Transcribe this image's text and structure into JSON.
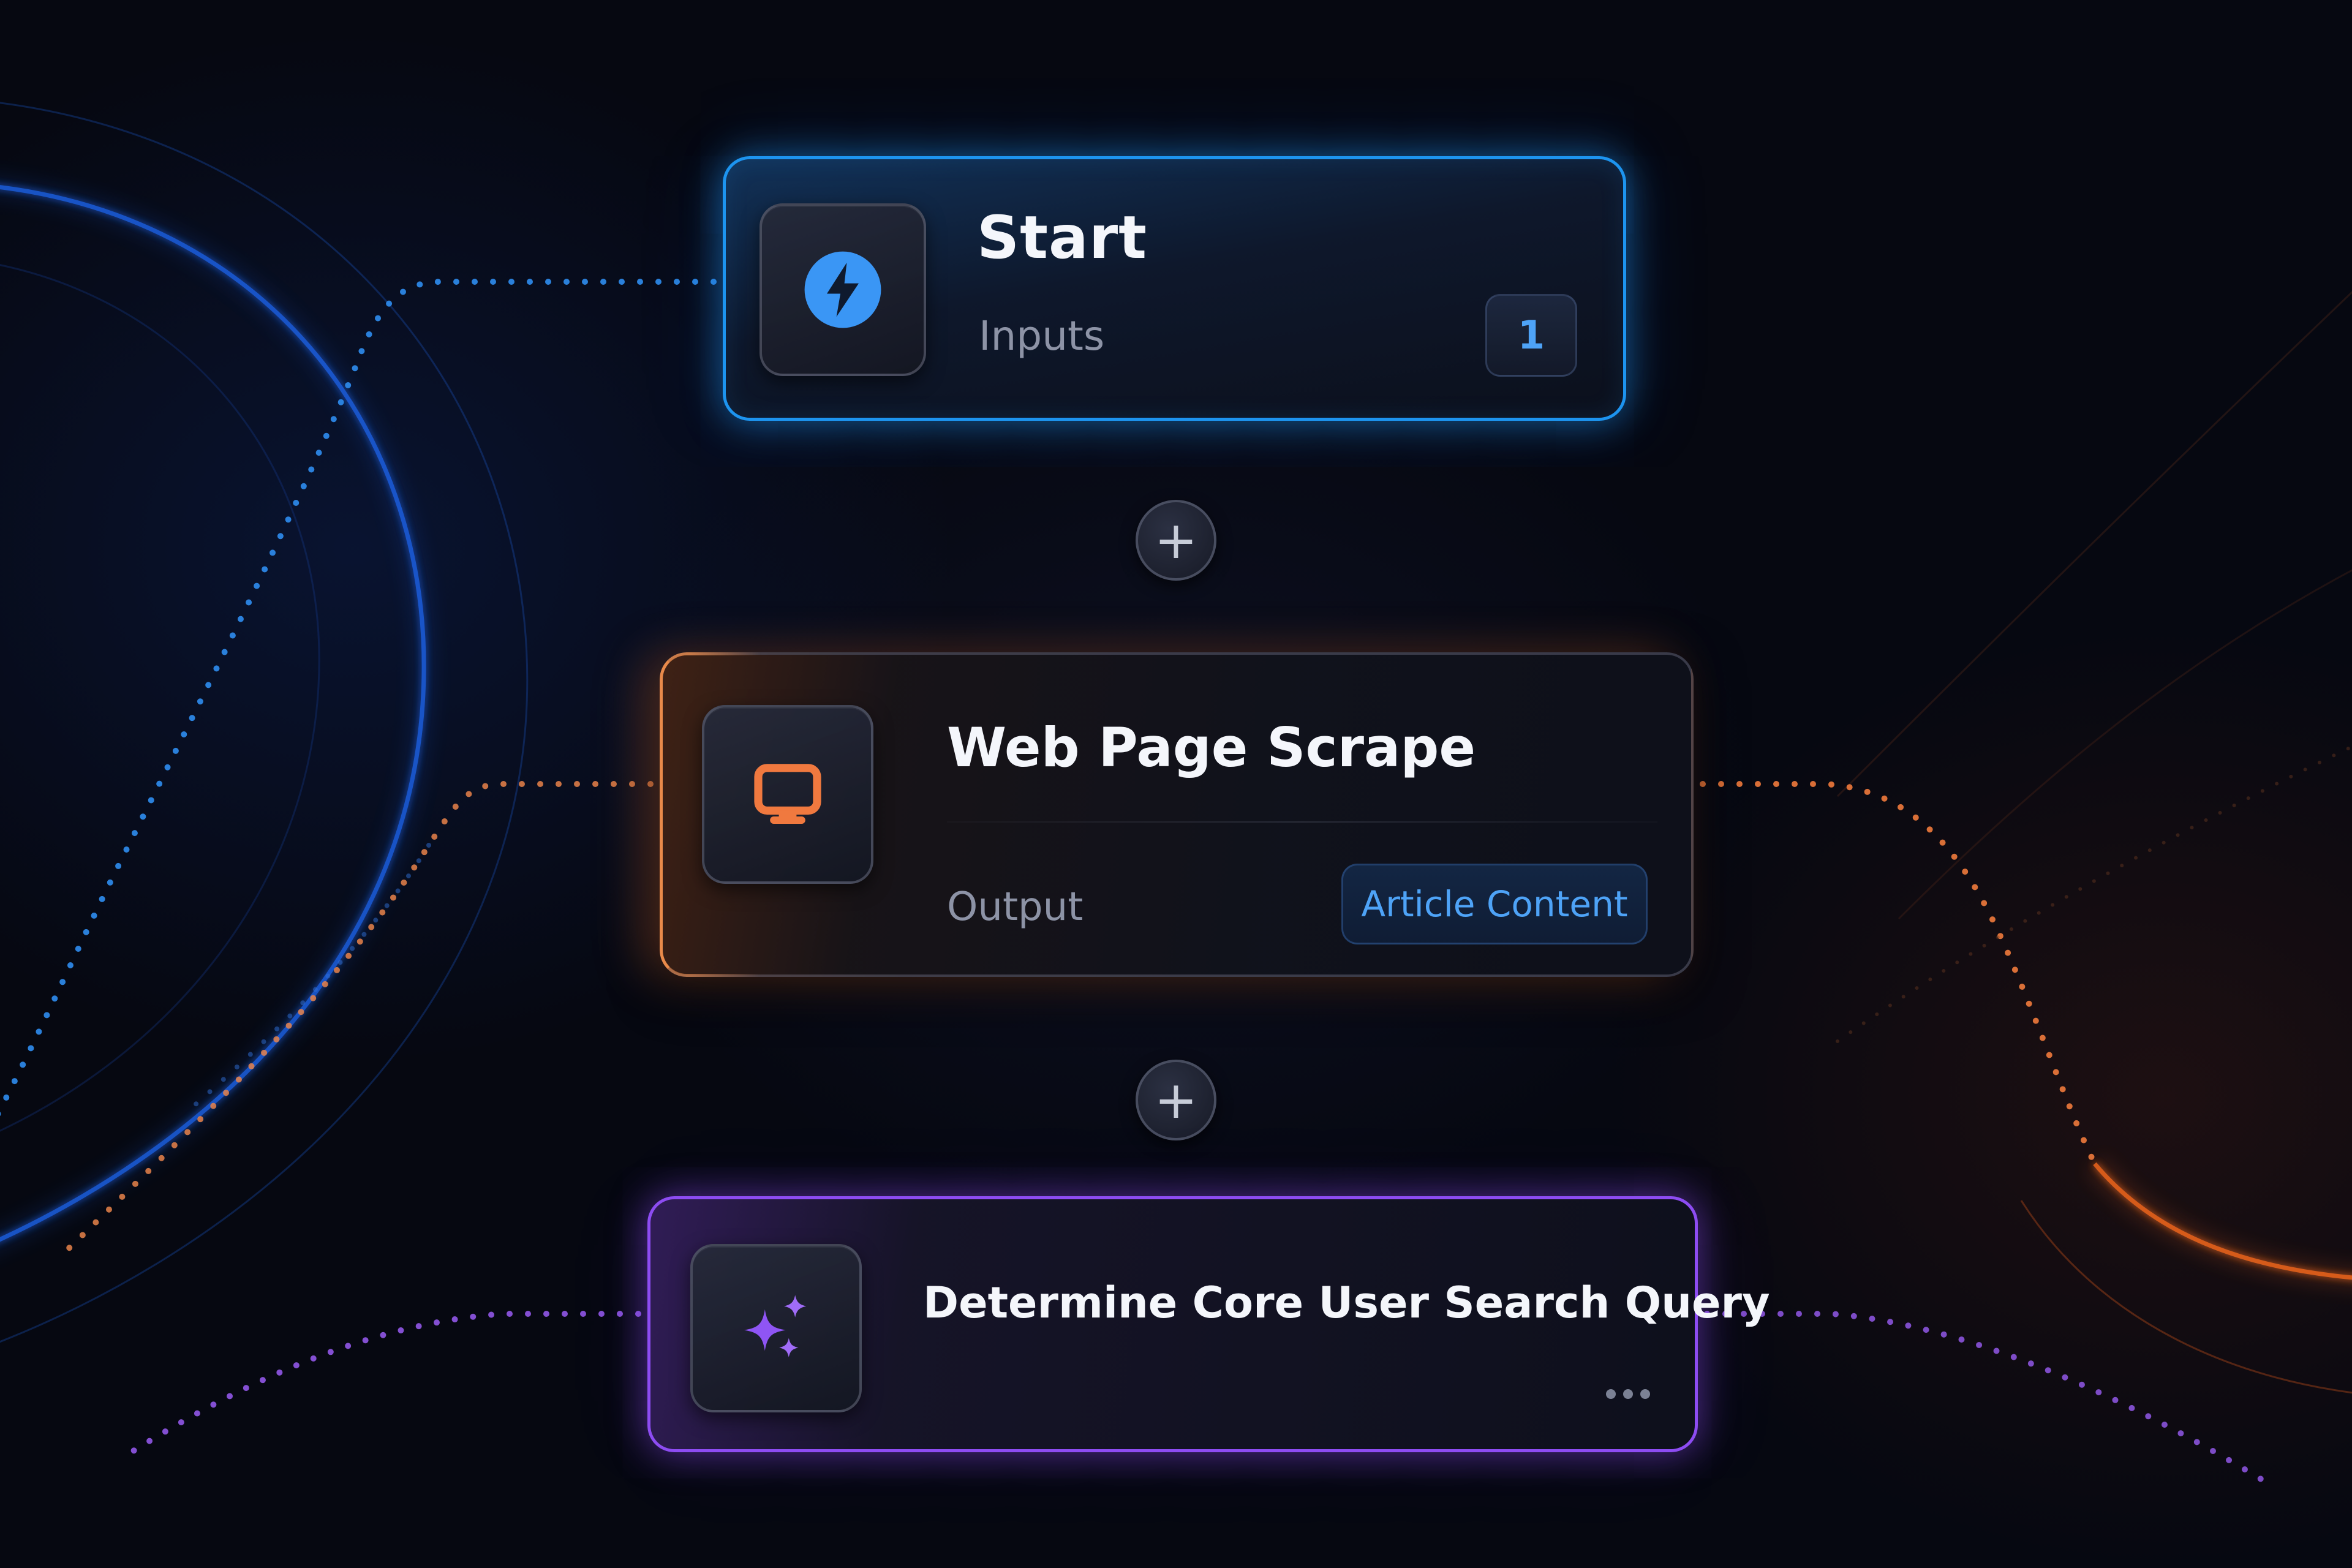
{
  "nodes": {
    "start": {
      "title": "Start",
      "subtitle": "Inputs",
      "badge": "1",
      "icon": "lightning-bolt-icon",
      "accent": "#1d94ef"
    },
    "scrape": {
      "title": "Web Page Scrape",
      "subtitle": "Output",
      "badge": "Article Content",
      "icon": "monitor-icon",
      "accent": "#f0793f"
    },
    "query": {
      "title": "Determine Core User Search Query",
      "icon": "sparkles-icon",
      "accent": "#8d4cf2",
      "more_icon": "more-horizontal-icon"
    }
  },
  "connectors": {
    "add_symbol": "+",
    "add_icon": "plus-icon"
  },
  "colors": {
    "background": "#060811",
    "blue": "#1d94ef",
    "orange": "#f0793f",
    "purple": "#8d4cf2",
    "badge_text": "#4ea3f7"
  }
}
